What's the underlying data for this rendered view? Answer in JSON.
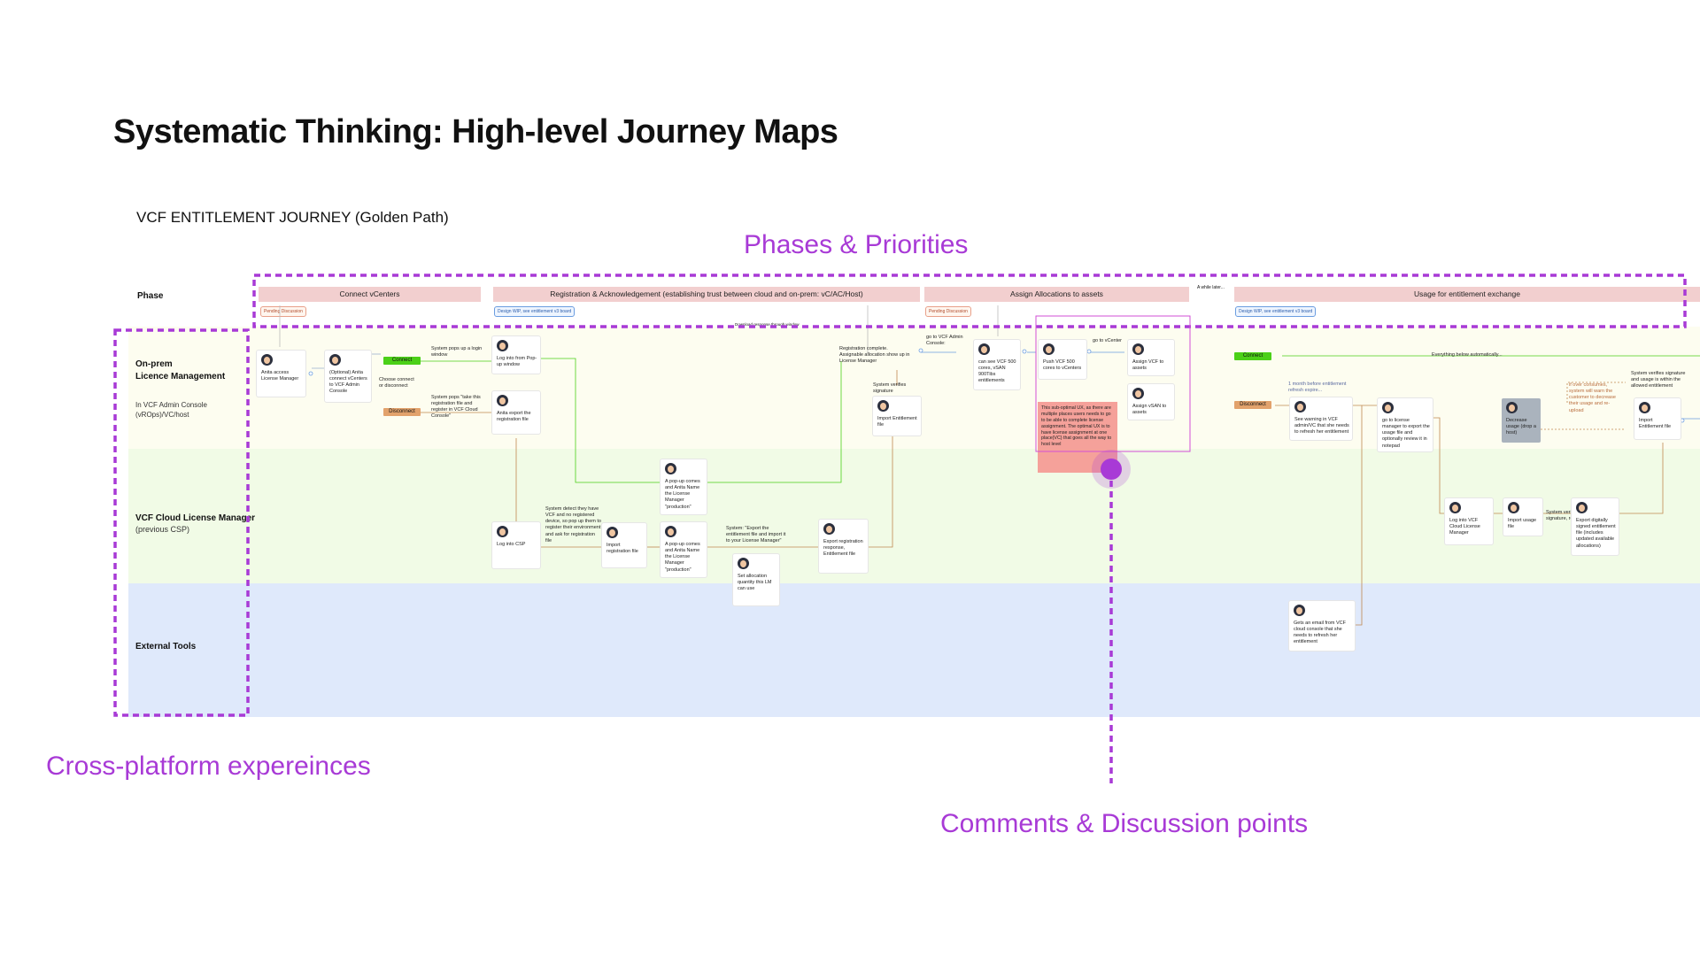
{
  "title": "Systematic Thinking: High-level Journey Maps",
  "subtitle": "VCF ENTITLEMENT JOURNEY (Golden Path)",
  "callouts": {
    "phases": "Phases & Priorities",
    "cross": "Cross-platform expereinces",
    "comments": "Comments & Discussion points"
  },
  "colors": {
    "accent": "#a83ad6",
    "lane_onprem": "#fdfdf0",
    "lane_cloud": "#f1fbe6",
    "lane_external": "#dfe9fb",
    "phase_bar": "#f2cfcf",
    "note": "#f5a19a",
    "connect": "#4bd018",
    "disconnect": "#e2a26c"
  },
  "phase_label": "Phase",
  "phases": [
    {
      "label": "Connect vCenters"
    },
    {
      "label": "Registration & Acknowledgement (establishing trust between cloud and on-prem: vC/AC/Host)"
    },
    {
      "label": "Assign Allocations to assets"
    },
    {
      "label": "Usage for entitlement exchange"
    }
  ],
  "between_phase_label": "A while later...",
  "tags": {
    "t1": "Pending Discussion",
    "t2": "Design WIP, see entitlement v3 board",
    "t3": "Pending Discussion",
    "t4": "Design WIP, see entitlement v3 board"
  },
  "lanes": {
    "onprem": {
      "title": "On-prem\nLicence Management",
      "sub": "In VCF Admin Console\n(vROps)/VC/host"
    },
    "cloud": {
      "title": "VCF Cloud License Manager",
      "sub": "(previous CSP)"
    },
    "external": {
      "title": "External Tools"
    }
  },
  "steps": {
    "s1": "Anita access License Manager",
    "s2": "(Optional) Anita connect vCenters to VCF Admin Console",
    "choose": "Choose connect or disconnect",
    "btn_connect": "Connect",
    "btn_disconnect": "Disconnect",
    "popup_login": "System pops up a login window",
    "s3": "Log into from Pop-up window",
    "sys_regfile": "System pops \"take this registration file and register in VCF Cloud Console\"",
    "s4": "Anita export the registration file",
    "s5": "A pop-up comes and Anita Name the License Manager \"production\"",
    "sys_detect": "System detect they have VCF and no registered device, so pop up them to register their environment and ask for registration file",
    "s6": "Log into CSP",
    "s7": "Import registration file",
    "s8": "A pop-up comes and Anita Name the License Manager \"production\"",
    "sys_export": "System: \"Export the entitlement file and import it to your License Manager\"",
    "s9": "Set allocation quantity this LM can use",
    "s10": "Export registration response, Entitlement file",
    "reg_complete": "Registration complete. Assignable allocation show up in License Manager",
    "sys_verify": "System verifies signature",
    "s11": "Import Entitlement file",
    "goto_admin": "go to VCF Admin Console:",
    "s12": "can see VCF 500 cores, vSAN 900Tibs entitlements",
    "s13": "Push VCF 500 cores to vCenters",
    "goto_vc": "go to vCenter",
    "s14": "Assign VCF to assets",
    "s15": "Assign vSAN to assets",
    "note": "This sub-optimal UX, as there are multiple places users needs to go to be able to complete license assignment. The optimal UX is to have license assignment at one place(VC) that goes all the way to host level",
    "everything_below": "Everything below automatically...",
    "month_before": "1 month before entitlement refresh expire...",
    "s16": "See warning in VCF admin/VC that she needs to refresh her entitlement",
    "s17": "go to license manager to export the usage file and optionally review it in notepad",
    "s18": "Log into VCF Cloud License Manager",
    "s19": "Import usage file",
    "sys_verify2": "System verifies signature, registration",
    "s20": "Export digitally signed entitlement file (includes updated available allocations)",
    "s21": "Gets an email from VCF cloud console that she needs to refresh her entitlement",
    "s22": "Decrease usage (drop a host)",
    "overconsume": "if over consumes, system will warn the customer to decrease their usage and re-upload",
    "sys_verify3": "System verifies signature and usage is within the allowed entitlement",
    "s23": "Import Entitlement file",
    "mini_label": "Download response through window"
  }
}
